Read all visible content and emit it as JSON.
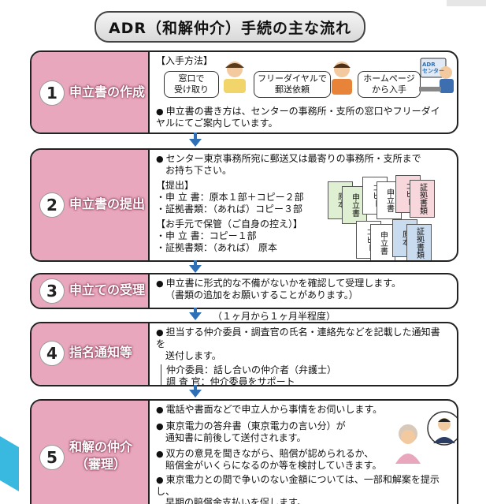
{
  "title": "ADR（和解仲介）手続の主な流れ",
  "steps": [
    {
      "num": "1",
      "label": "申立書の作成",
      "howto": "【入手方法】",
      "chips": [
        "窓口で\n受け取り",
        "フリーダイヤルで\n郵送依頼",
        "ホームページ\nから入手"
      ],
      "screen_label": "ADR\nセンター",
      "note": "申立書の書き方は、センターの事務所・支所の窓口やフリーダイヤルにてご案内しています。"
    },
    {
      "num": "2",
      "label": "申立書の提出",
      "line1": "センター東京事務所宛に郵送又は最寄りの事務所・支所まで",
      "line1b": "お持ち下さい。",
      "submit_head": "【提出】",
      "submit1": "・申 立 書：原本１部＋コピー２部",
      "submit2": "・証拠書類：（あれば）コピー３部",
      "keep_head": "【お手元で保管（ご自身の控え）】",
      "keep1": "・申 立 書：コピー１部",
      "keep2": "・証拠書類：（あれば） 原本",
      "doc_labels": [
        "原本",
        "申立書",
        "コピー",
        "申立書",
        "コピー",
        "証拠書類",
        "コピー",
        "申立書",
        "原本",
        "証拠書類"
      ]
    },
    {
      "num": "3",
      "label": "申立ての受理",
      "line1": "申立書に形式的な不備がないかを確認して受理します。",
      "line2": "（書類の追加をお願いすることがあります。）"
    },
    {
      "num": "4",
      "label": "指名通知等",
      "line1": "担当する仲介委員・調査官の氏名・連絡先などを記載した通知書を",
      "line1b": "送付します。",
      "role1": "仲介委員：話し合いの仲介者（弁護士）",
      "role2": "調 査 官：仲介委員をサポート"
    },
    {
      "num": "5",
      "label": "和解の仲介\n（審理）",
      "b1": "電話や書面などで申立人から事情をお伺いします。",
      "b2": "東京電力の答弁書（東京電力の言い分）が",
      "b2b": "通知書に前後して送付されます。",
      "b3": "双方の意見を聞きながら、賠償が認められるか、",
      "b3b": "賠償金がいくらになるのか等を検討していきます。",
      "b4": "東京電力との間で争いのない金額については、一部和解案を提示し、",
      "b4b": "早期の賠償金支払いを促します。"
    }
  ],
  "duration_note": "（１ヶ月から１ヶ月半程度）",
  "colors": {
    "step_fill": "#e9a7bd",
    "arrow": "#2f6fb5",
    "accent": "#39b8e0"
  }
}
